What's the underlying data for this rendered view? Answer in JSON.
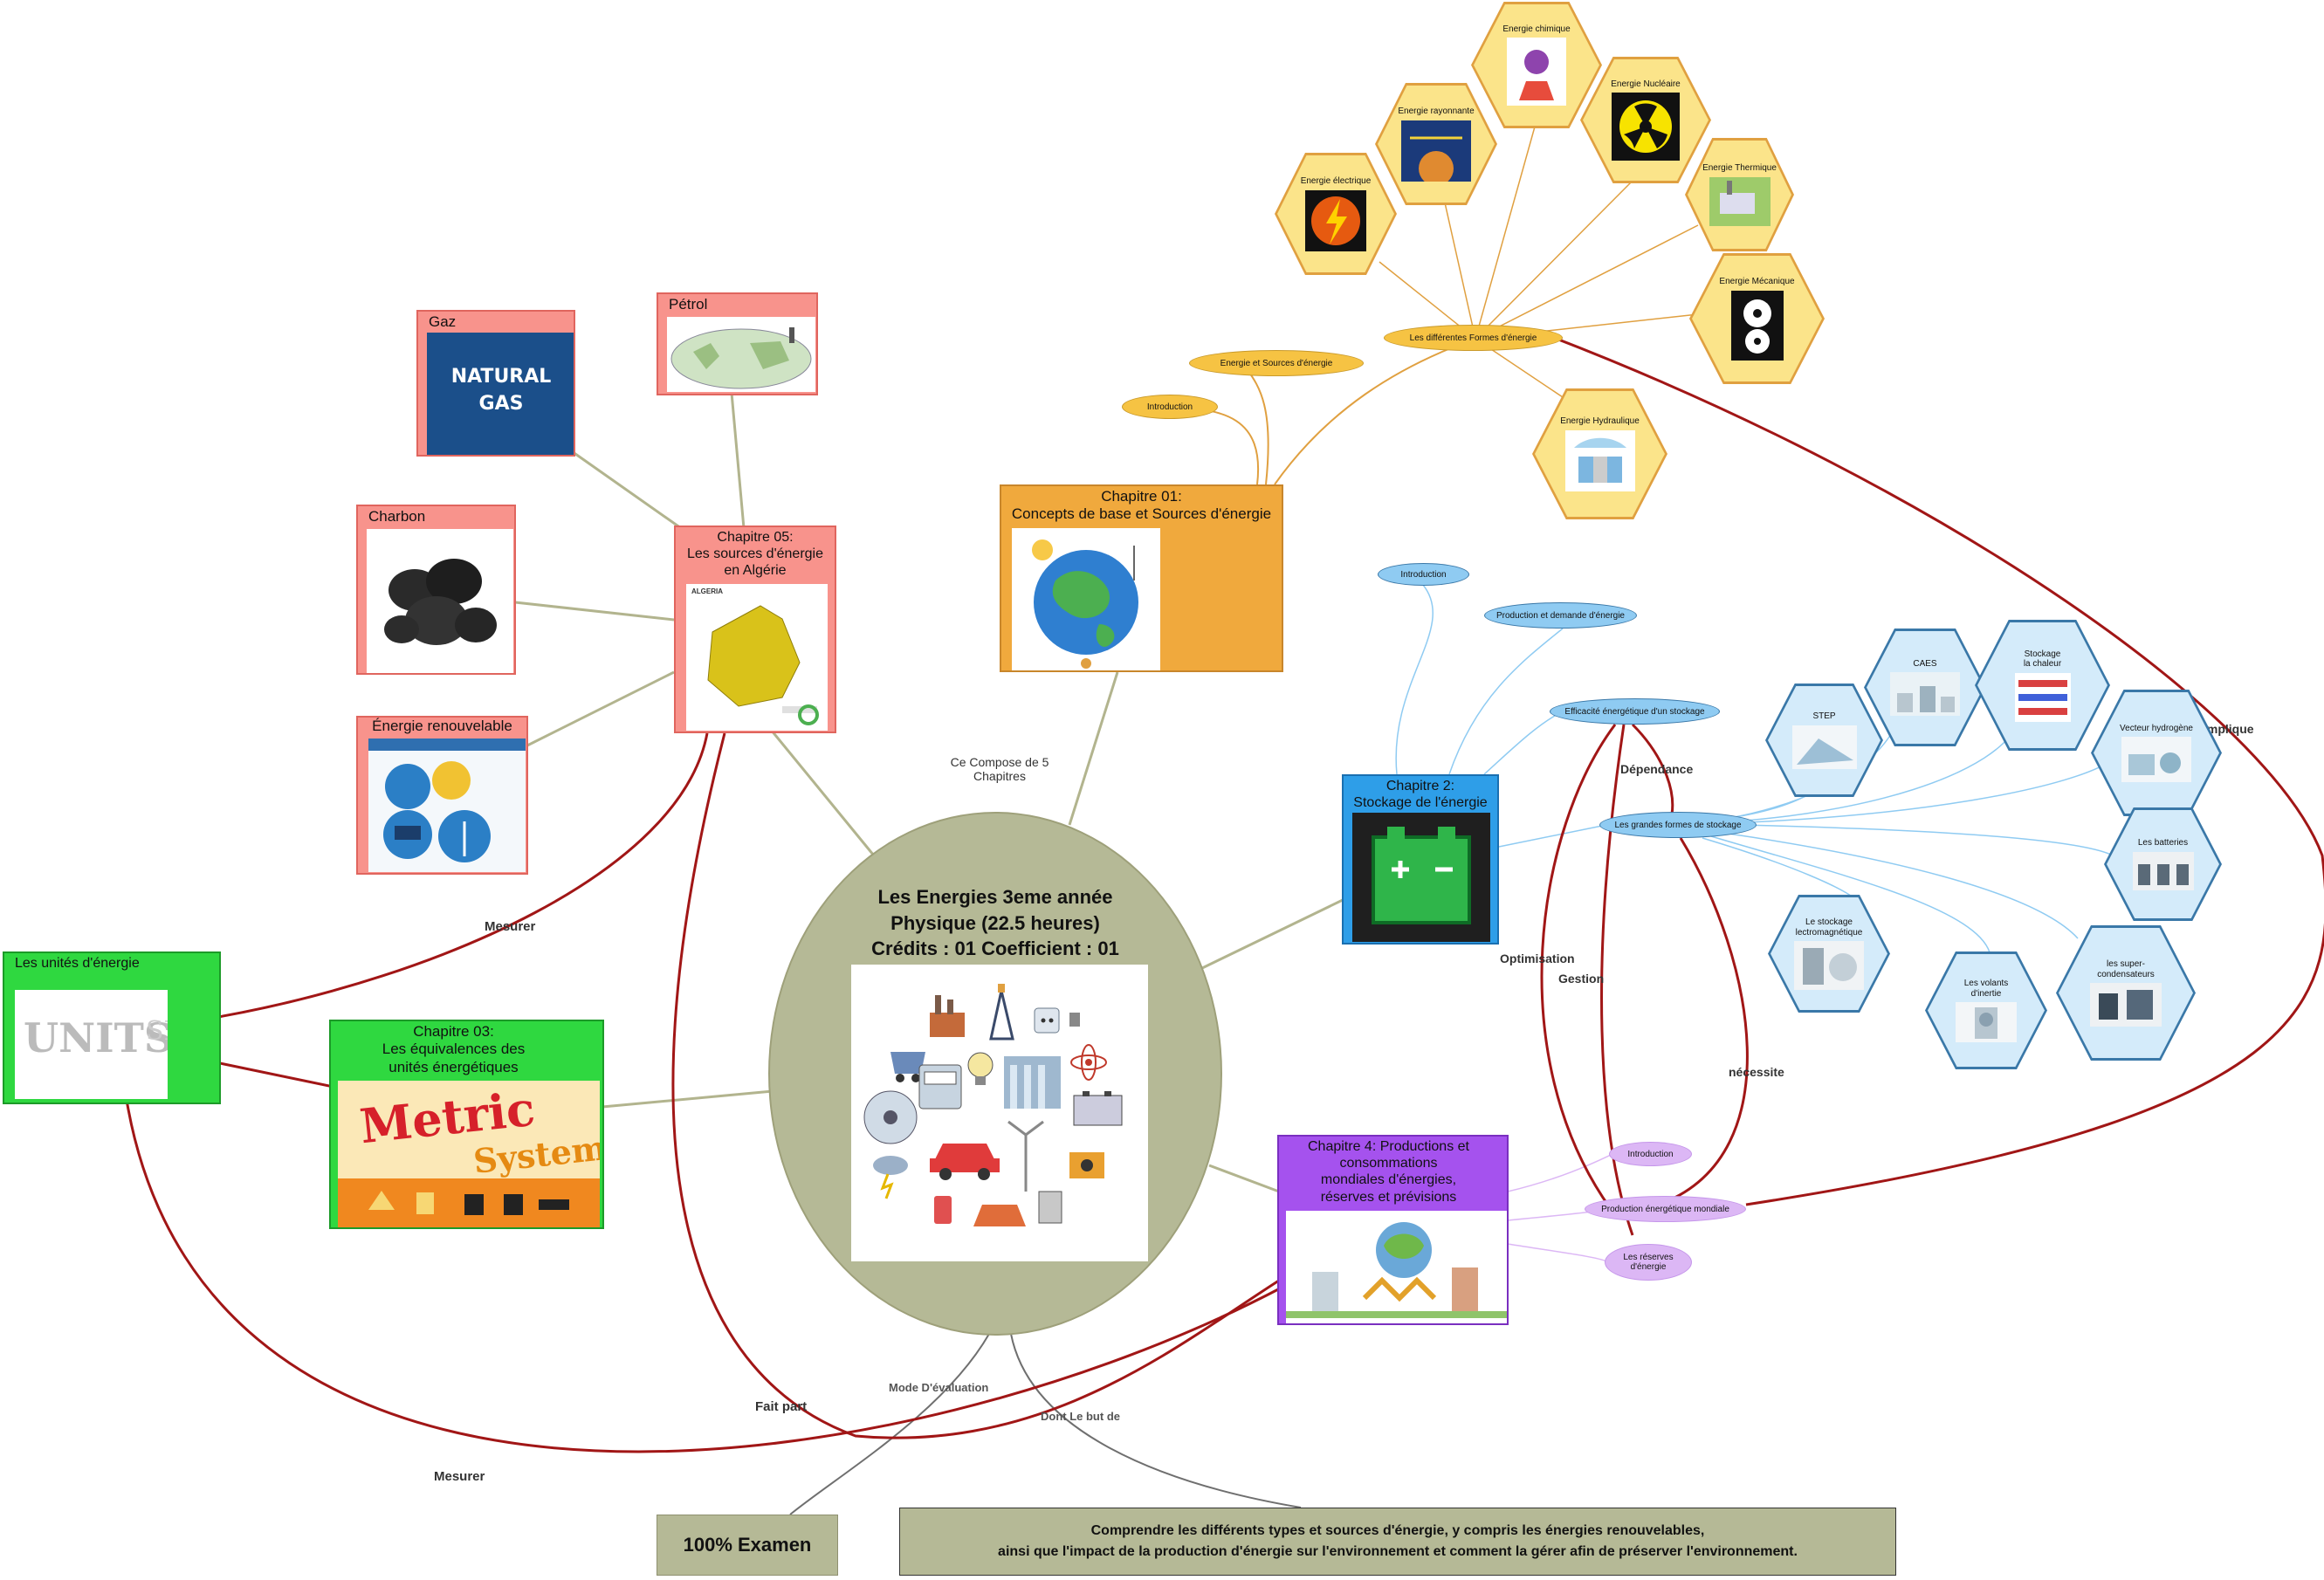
{
  "colors": {
    "center_fill": "#b5b996",
    "chapter1": "#f0a93d",
    "chapter2": "#2e9ee8",
    "chapter3": "#2fd840",
    "chapter4": "#a552ee",
    "chapter5": "#f8938c",
    "relation": "#a11616",
    "hex_fill": "#fbe48a",
    "sub_blue": "#8fcbf2",
    "sub_purple": "#dcb7f5",
    "sub_orange": "#f6c343"
  },
  "center": {
    "title": "Les Energies 3eme année\nPhysique (22.5 heures)\nCrédits : 01 Coefficient : 01"
  },
  "chapters": {
    "ch1": "Chapitre 01:\nConcepts de base et Sources d'énergie",
    "ch2": "Chapitre 2:\nStockage de l'énergie",
    "ch3": "Chapitre 03:\nLes équivalences des\nunités énergétiques",
    "ch4": "Chapitre 4: Productions et\nconsommations\nmondiales d'énergies,\nréserves et prévisions",
    "ch5": "Chapitre 05:\nLes sources d'énergie\nen Algérie"
  },
  "ch1_topics": {
    "intro": "Introduction",
    "sources": "Energie et Sources d'énergie",
    "forms": "Les différentes Formes d'énergie"
  },
  "energy_forms": [
    "Energie électrique",
    "Energie rayonnante",
    "Energie chimique",
    "Energie Nucléaire",
    "Energie Thermique",
    "Energie Mécanique",
    "Energie Hydraulique"
  ],
  "ch2_topics": {
    "intro": "Introduction",
    "demand": "Production et demande d'énergie",
    "efficiency": "Efficacité énergétique d'un stockage",
    "forms": "Les grandes formes de stockage"
  },
  "storage_types": [
    "STEP",
    "CAES",
    "Stockage\nla chaleur",
    "Vecteur hydrogène",
    "Les batteries",
    "les super-\ncondensateurs",
    "Les volants\nd'inertie",
    "Le stockage\nlectromagnétique"
  ],
  "ch4_topics": {
    "intro": "Introduction",
    "production": "Production énergétique mondiale",
    "reserves": "Les réserves\nd'énergie"
  },
  "ch5_sources": {
    "gaz": "Gaz",
    "petrol": "Pétrol",
    "charbon": "Charbon",
    "renouvelable": "Énergie renouvelable"
  },
  "images": {
    "natural_gas": "NATURAL\nGAS",
    "metric": "Metric",
    "system": "System",
    "units": "UNITS",
    "algeria": "ALGERIA"
  },
  "units_node": "Les unités  d'énergie",
  "exam": "100% Examen",
  "goal": "Comprendre les différents types et sources d'énergie, y compris les énergies renouvelables,\nainsi que l'impact de la production d'énergie sur l'environnement et comment la gérer afin de préserver l'environnement.",
  "link_labels": {
    "compose": "Ce Compose de 5\nChapitres",
    "mode": "Mode D'évaluation",
    "but": "Dont Le but de",
    "mesurer1": "Mesurer",
    "mesurer2": "Mesurer",
    "fait_part": "Fait part",
    "implique": "Implique",
    "dependance": "Dépendance",
    "optimisation": "Optimisation",
    "gestion": "Gestion",
    "necessite": "nécessite"
  }
}
